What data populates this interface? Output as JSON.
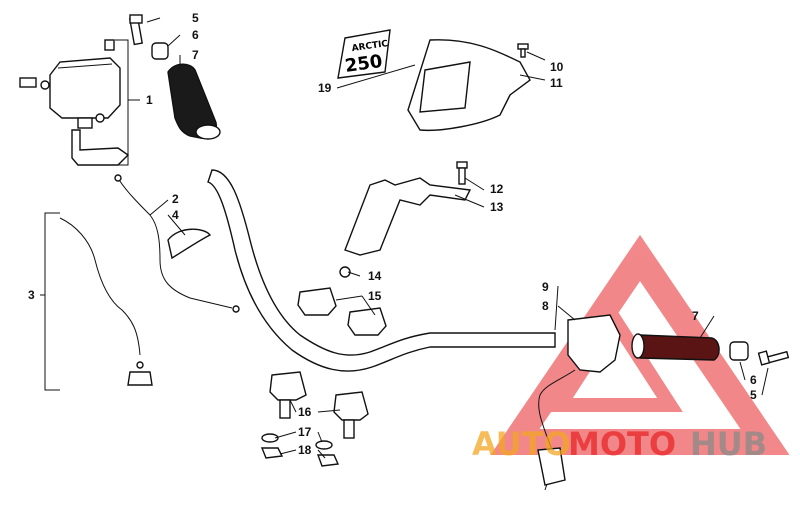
{
  "callouts": {
    "c1": "1",
    "c2": "2",
    "c3": "3",
    "c4": "4",
    "c5": "5",
    "c6": "6",
    "c7": "7",
    "c8": "8",
    "c9": "9",
    "c10": "10",
    "c11": "11",
    "c12": "12",
    "c13": "13",
    "c14": "14",
    "c15": "15",
    "c16": "16",
    "c17": "17",
    "c18": "18",
    "c19": "19",
    "c5b": "5",
    "c6b": "6",
    "c7b": "7"
  },
  "decal_text": {
    "brand": "ARCTIC",
    "number": "250"
  },
  "watermark": {
    "part1": "AUTO",
    "part2": "MOTO",
    "part3": "HUB"
  },
  "colors": {
    "watermark_red": "#e8262a",
    "watermark_orange": "#f4a623",
    "watermark_gray": "#8a8a8a",
    "ink": "#111111"
  }
}
